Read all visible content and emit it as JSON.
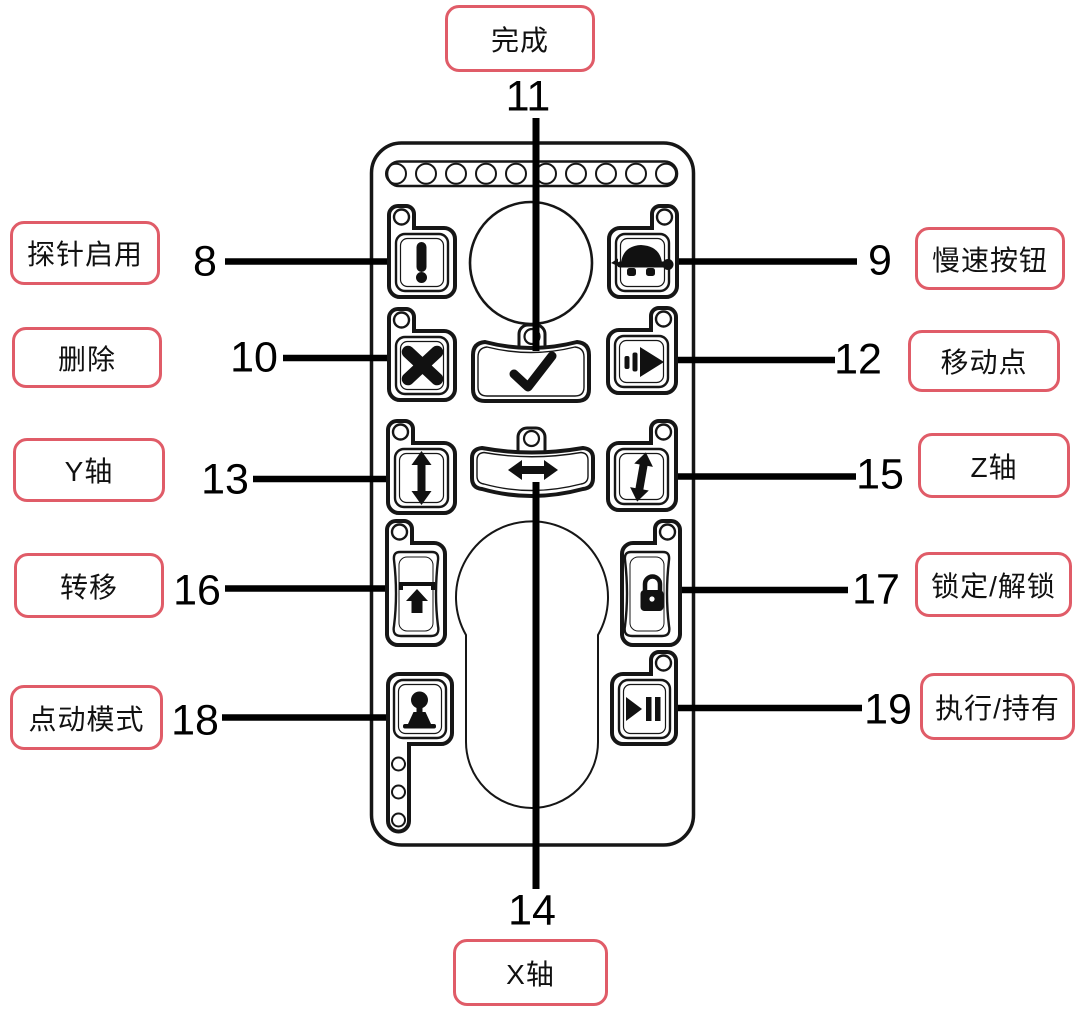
{
  "colors": {
    "label_border": "#e05c68",
    "ink": "#111111",
    "line": "#000000"
  },
  "top_callout": {
    "number": "11",
    "label": "完成"
  },
  "bottom_callout": {
    "number": "14",
    "label": "X轴"
  },
  "left_callouts": [
    {
      "number": "8",
      "label": "探针启用"
    },
    {
      "number": "10",
      "label": "删除"
    },
    {
      "number": "13",
      "label": "Y轴"
    },
    {
      "number": "16",
      "label": "转移"
    },
    {
      "number": "18",
      "label": "点动模式"
    }
  ],
  "right_callouts": [
    {
      "number": "9",
      "label": "慢速按钮"
    },
    {
      "number": "12",
      "label": "移动点"
    },
    {
      "number": "15",
      "label": "Z轴"
    },
    {
      "number": "17",
      "label": "锁定/解锁"
    },
    {
      "number": "19",
      "label": "执行/持有"
    }
  ],
  "device": {
    "led_count": 10,
    "icons": [
      "probe-exclamation-icon",
      "turtle-slow-icon",
      "delete-x-icon",
      "check-icon",
      "move-point-icon",
      "y-axis-arrow-icon",
      "x-axis-arrow-icon",
      "z-axis-arrow-icon",
      "shift-up-icon",
      "lock-icon",
      "jog-joystick-icon",
      "play-pause-icon"
    ]
  }
}
